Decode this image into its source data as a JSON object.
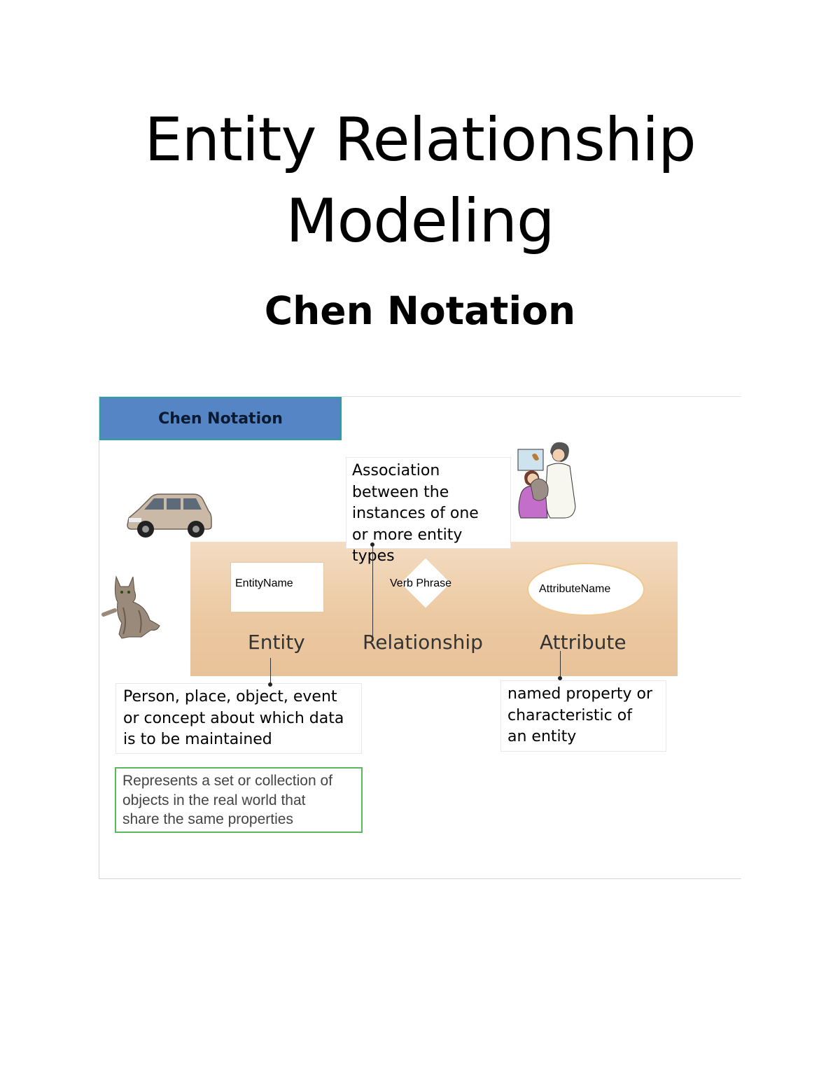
{
  "title": {
    "line1": "Entity Relationship",
    "line2": "Modeling"
  },
  "subtitle": "Chen Notation",
  "diagram": {
    "header": "Chen Notation",
    "entity": {
      "shape_text": "EntityName",
      "label": "Entity"
    },
    "relationship": {
      "shape_text": "Verb Phrase",
      "label": "Relationship"
    },
    "attribute": {
      "shape_text": "AttributeName",
      "label": "Attribute"
    },
    "callouts": {
      "association": [
        "Association",
        "between the",
        "instances of one",
        "or more entity",
        "types"
      ],
      "entity_def": [
        "Person, place, object, event",
        "or concept about which data",
        "is to be maintained"
      ],
      "attribute_def": [
        "named property or",
        "characteristic of",
        "an entity"
      ],
      "represents": [
        "Represents a set or collection of",
        "objects in the real world that",
        "share the same properties"
      ]
    },
    "clipart": [
      "car-image",
      "cat-image",
      "vet-with-child-image"
    ]
  }
}
